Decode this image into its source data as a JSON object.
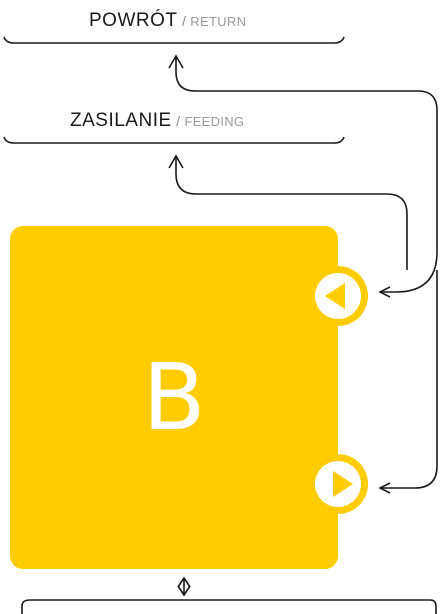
{
  "return_label": {
    "main": "POWRÓT",
    "separator": "/",
    "sub": "RETURN"
  },
  "feeding_label": {
    "main": "ZASILANIE",
    "separator": "/",
    "sub": "FEEDING"
  },
  "box": {
    "letter": "B",
    "color": "#ffcc00"
  },
  "colors": {
    "line": "#1a1a1a",
    "text_secondary": "#9a9a9a",
    "port_ring": "#ffffff"
  },
  "ports": [
    {
      "name": "return-port",
      "direction": "left-arrow-icon"
    },
    {
      "name": "feeding-port",
      "direction": "right-arrow-icon"
    }
  ]
}
